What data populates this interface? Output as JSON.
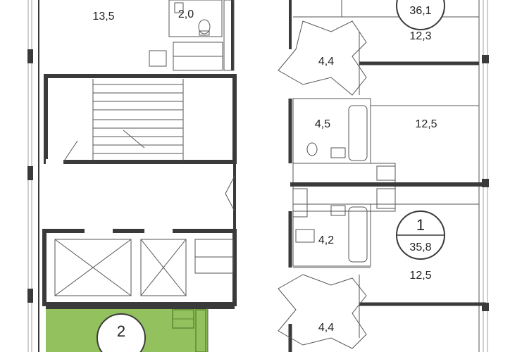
{
  "rooms": {
    "top_left_room": "13,5",
    "bathroom_top": "2,0",
    "corridor_top": "4,4",
    "room_right_top": "12,3",
    "bath_mid": "4,5",
    "room_right_mid": "12,5",
    "bath_lower": "4,2",
    "room_right_lower": "12,5",
    "corridor_lower": "4,4"
  },
  "apartments": {
    "apt_top": {
      "area": "36,1"
    },
    "apt_1": {
      "number": "1",
      "area": "35,8"
    },
    "apt_2": {
      "number": "2"
    }
  },
  "colors": {
    "wall": "#3a3a3a",
    "thin_line": "#555555",
    "highlight": "#93c15e",
    "window": "#cfcfcf"
  }
}
